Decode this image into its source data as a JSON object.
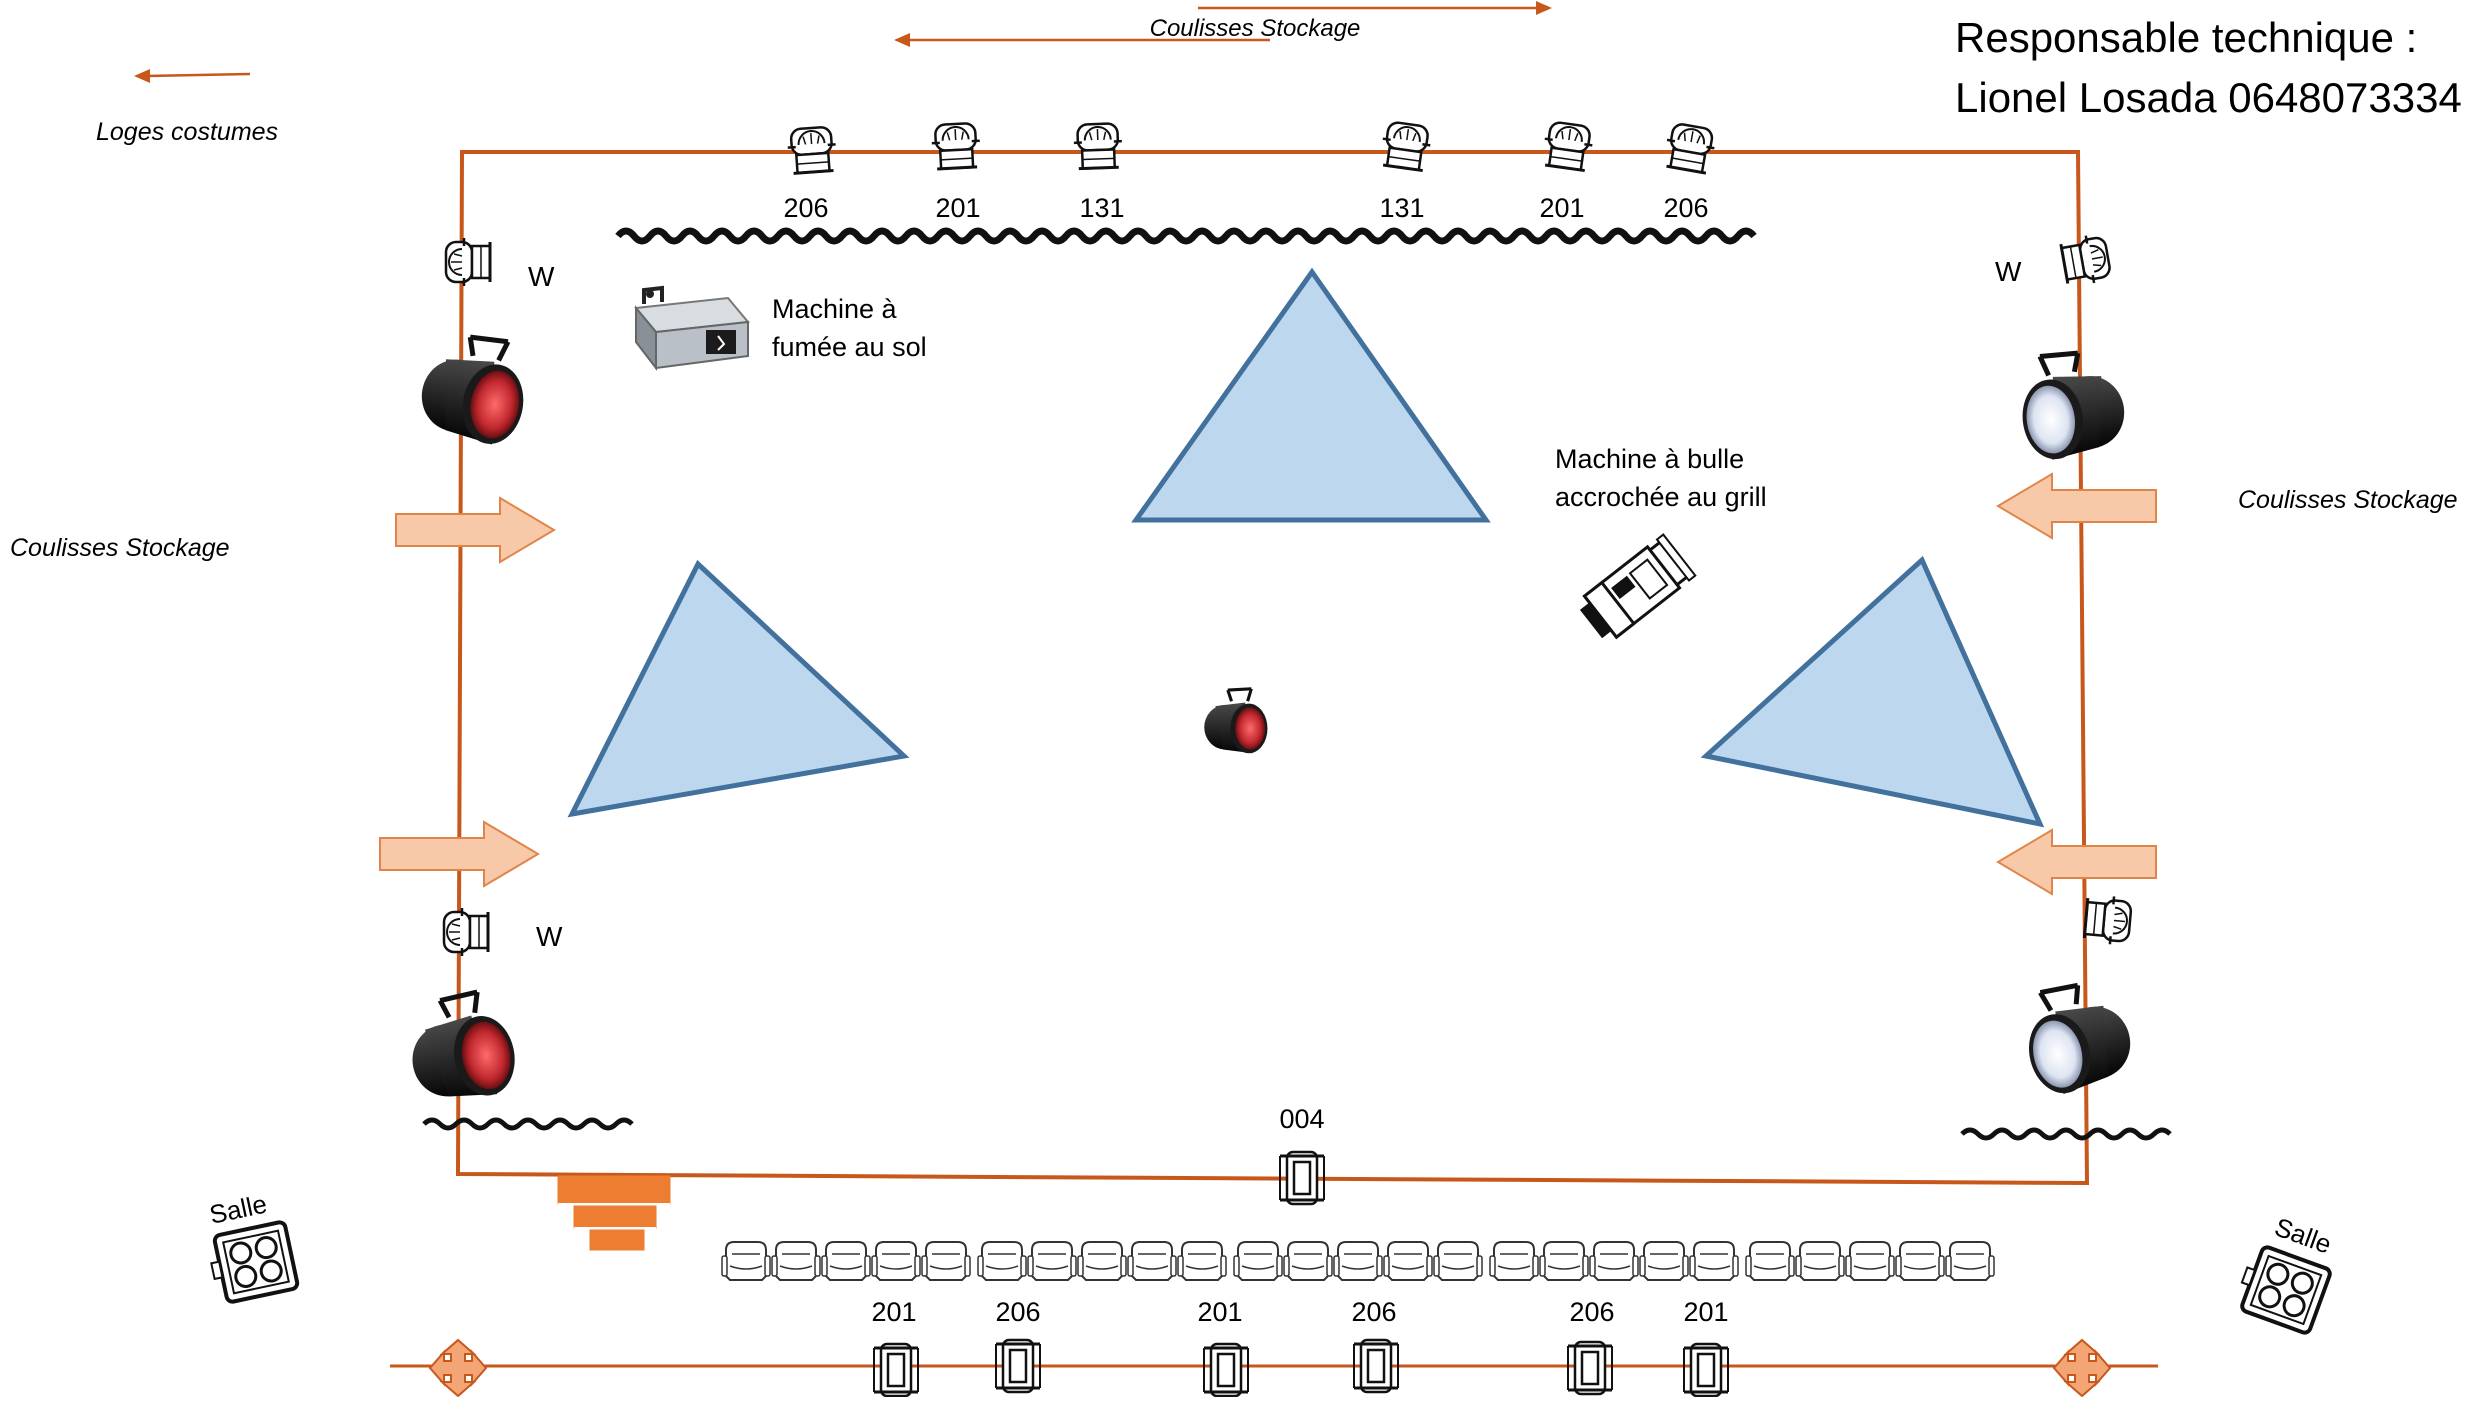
{
  "header": {
    "responsable_line1": "Responsable technique :",
    "responsable_line2": "Lionel Losada 0648073334"
  },
  "zones": {
    "coulisses_top": "Coulisses Stockage",
    "loges": "Loges costumes",
    "coulisses_left": "Coulisses Stockage",
    "coulisses_right": "Coulisses Stockage",
    "salle_left": "Salle",
    "salle_right": "Salle"
  },
  "machines": {
    "fumee_line1": "Machine à",
    "fumee_line2": "fumée au sol",
    "bulle_line1": "Machine à bulle",
    "bulle_line2": "accrochée au grill"
  },
  "top_fixtures": [
    "206",
    "201",
    "131",
    "131",
    "201",
    "206"
  ],
  "side_labels": {
    "w_left_top": "W",
    "w_right_top": "W",
    "w_left_bottom": "W"
  },
  "front_fixture": "004",
  "bottom_fixtures": [
    "201",
    "206",
    "201",
    "206",
    "206",
    "201"
  ],
  "colors": {
    "stage_outline": "#c8571b",
    "arrow_fill": "#f8c9a8",
    "arrow_stroke": "#e0854a",
    "triangle_fill": "#bdd7ee",
    "triangle_stroke": "#41719c",
    "steps_fill": "#ed7d31",
    "par_red": "#c0282e",
    "par_white": "#dde4f2"
  },
  "icons": [
    "fresnel-spot-icon",
    "par-can-icon",
    "fog-machine-icon",
    "bubble-machine-icon",
    "audience-chair-icon",
    "speaker-icon",
    "stage-steps-icon"
  ]
}
